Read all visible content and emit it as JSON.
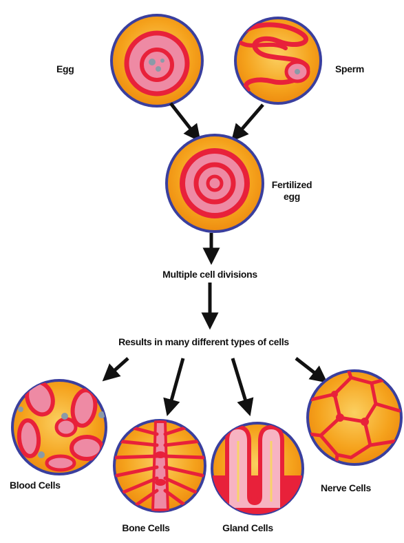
{
  "labels": {
    "egg": "Egg",
    "sperm": "Sperm",
    "fertilized_line1": "Fertilized",
    "fertilized_line2": "egg",
    "divisions": "Multiple cell divisions",
    "results": "Results in many different types of cells",
    "blood": "Blood Cells",
    "bone": "Bone Cells",
    "gland": "Gland Cells",
    "nerve": "Nerve Cells"
  },
  "colors": {
    "cell_fill": "#f5a21c",
    "cell_outline": "#3a3f9e",
    "cytoplasm_light": "#f8d36a",
    "membrane_red": "#e8213a",
    "inner_pink": "#ee8aa4",
    "nucleus_gray": "#8a9aa8",
    "arrow": "#111111"
  }
}
